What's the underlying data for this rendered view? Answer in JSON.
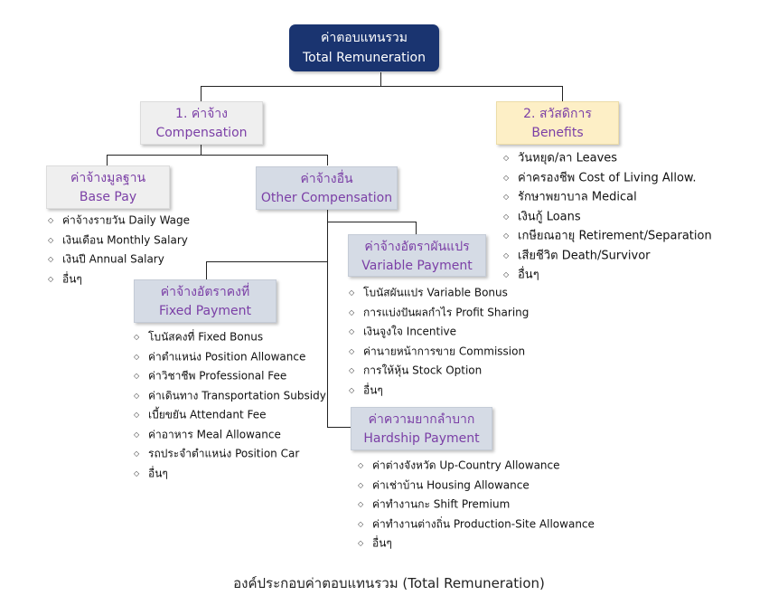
{
  "root": {
    "thai": "ค่าตอบแทนรวม",
    "en": "Total Remuneration"
  },
  "compensation": {
    "thai": "1. ค่าจ้าง",
    "en": "Compensation"
  },
  "benefits": {
    "thai": "2. สวัสดิการ",
    "en": "Benefits",
    "items": [
      {
        "thai": "วันหยุด/ลา",
        "en": "Leaves"
      },
      {
        "thai": "ค่าครองชีพ",
        "en": "Cost of Living Allow."
      },
      {
        "thai": "รักษาพยาบาล",
        "en": "Medical"
      },
      {
        "thai": "เงินกู้",
        "en": "Loans"
      },
      {
        "thai": "เกษียณอายุ",
        "en": "Retirement/Separation"
      },
      {
        "thai": "เสียชีวิต",
        "en": "Death/Survivor"
      },
      {
        "thai": "อื่นๆ",
        "en": ""
      }
    ]
  },
  "base_pay": {
    "thai": "ค่าจ้างมูลฐาน",
    "en": "Base Pay",
    "items": [
      {
        "thai": "ค่าจ้างรายวัน",
        "en": "Daily Wage"
      },
      {
        "thai": "เงินเดือน",
        "en": "Monthly Salary"
      },
      {
        "thai": "เงินปี",
        "en": "Annual Salary"
      },
      {
        "thai": "อื่นๆ",
        "en": ""
      }
    ]
  },
  "other_compensation": {
    "thai": "ค่าจ้างอื่น",
    "en": "Other Compensation"
  },
  "variable_payment": {
    "thai": "ค่าจ้างอัตราผันแปร",
    "en": "Variable Payment",
    "items": [
      {
        "thai": "โบนัสผันแปร",
        "en": "Variable Bonus"
      },
      {
        "thai": "การแบ่งปันผลกำไร",
        "en": "Profit Sharing"
      },
      {
        "thai": "เงินจูงใจ",
        "en": "Incentive"
      },
      {
        "thai": "ค่านายหน้าการขาย",
        "en": "Commission"
      },
      {
        "thai": "การให้หุ้น",
        "en": "Stock Option"
      },
      {
        "thai": "อื่นๆ",
        "en": ""
      }
    ]
  },
  "fixed_payment": {
    "thai": "ค่าจ้างอัตราคงที่",
    "en": "Fixed Payment",
    "items": [
      {
        "thai": "โบนัสคงที่",
        "en": "Fixed Bonus"
      },
      {
        "thai": "ค่าตำแหน่ง",
        "en": "Position Allowance"
      },
      {
        "thai": "ค่าวิชาชีพ",
        "en": "Professional Fee"
      },
      {
        "thai": "ค่าเดินทาง",
        "en": "Transportation Subsidy"
      },
      {
        "thai": "เบี้ยขยัน",
        "en": "Attendant Fee"
      },
      {
        "thai": "ค่าอาหาร",
        "en": "Meal Allowance"
      },
      {
        "thai": "รถประจำตำแหน่ง",
        "en": "Position Car"
      },
      {
        "thai": "อื่นๆ",
        "en": ""
      }
    ]
  },
  "hardship_payment": {
    "thai": "ค่าความยากลำบาก",
    "en": "Hardship Payment",
    "items": [
      {
        "thai": "ค่าต่างจังหวัด",
        "en": "Up-Country Allowance"
      },
      {
        "thai": "ค่าเช่าบ้าน",
        "en": "Housing Allowance"
      },
      {
        "thai": "ค่าทำงานกะ",
        "en": "Shift Premium"
      },
      {
        "thai": "ค่าทำงานต่างถิ่น",
        "en": "Production-Site Allowance"
      },
      {
        "thai": "อื่นๆ",
        "en": ""
      }
    ]
  },
  "bullet_icon": "◇",
  "caption": "องค์ประกอบค่าตอบแทนรวม (Total Remuneration)",
  "colors": {
    "root": "#1a3470",
    "label_text": "#7b3fa6",
    "gray_box": "#efefef",
    "blue_box": "#d5dbe5",
    "yellow_box": "#fdefc6"
  }
}
